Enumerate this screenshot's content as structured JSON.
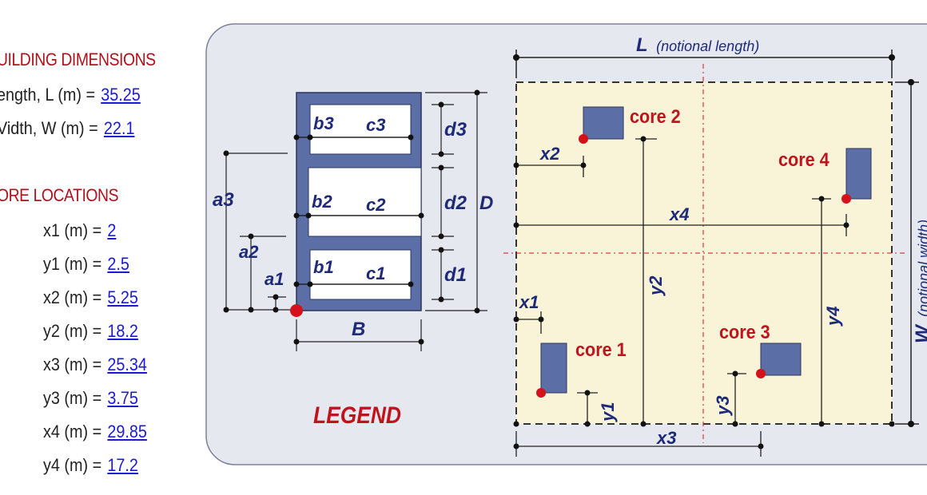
{
  "building": {
    "heading": "UILDING DIMENSIONS",
    "items": [
      {
        "label": "ength, L (m) =",
        "value": "35.25"
      },
      {
        "label": "Vidth, W (m) =",
        "value": "22.1"
      }
    ]
  },
  "cores": {
    "heading": "ORE LOCATIONS",
    "items": [
      {
        "label": "x1 (m) =",
        "value": "2"
      },
      {
        "label": "y1 (m) =",
        "value": "2.5"
      },
      {
        "label": "x2 (m) =",
        "value": "5.25"
      },
      {
        "label": "y2 (m) =",
        "value": "18.2"
      },
      {
        "label": "x3 (m) =",
        "value": "25.34"
      },
      {
        "label": "y3 (m) =",
        "value": "3.75"
      },
      {
        "label": "x4 (m) =",
        "value": "29.85"
      },
      {
        "label": "y4 (m) =",
        "value": "17.2"
      }
    ]
  },
  "legend": {
    "title": "LEGEND",
    "labels": {
      "a1": "a1",
      "a2": "a2",
      "a3": "a3",
      "b1": "b1",
      "b2": "b2",
      "b3": "b3",
      "c1": "c1",
      "c2": "c2",
      "c3": "c3",
      "d1": "d1",
      "d2": "d2",
      "d3": "d3",
      "D": "D",
      "B": "B"
    }
  },
  "plan": {
    "length_label": "L",
    "length_note": "(notional length)",
    "width_label": "W",
    "width_note": "(notional width)",
    "core_labels": [
      "core 1",
      "core 2",
      "core 3",
      "core 4"
    ],
    "dim_labels": {
      "x1": "x1",
      "x2": "x2",
      "x3": "x3",
      "x4": "x4",
      "y1": "y1",
      "y2": "y2",
      "y3": "y3",
      "y4": "y4"
    }
  },
  "colors": {
    "heading": "#b0121b",
    "link": "#1a1ad6",
    "panel_fill": "#e6e8f0",
    "floor_fill": "#f9f3d8",
    "core_fill": "#5b6fa6",
    "marker": "#d3121b",
    "dim_text": "#1e2a78",
    "core_text": "#c0141c"
  }
}
